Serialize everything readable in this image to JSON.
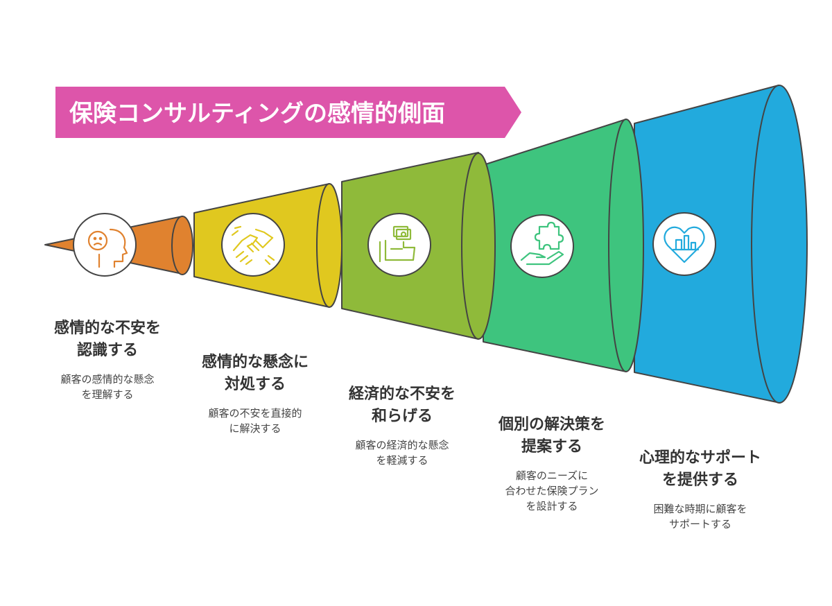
{
  "title": "保険コンサルティングの感情的側面",
  "colors": {
    "banner": "#dd55aa",
    "stages": [
      "#e0822f",
      "#e0c81f",
      "#8fba3a",
      "#3ec47e",
      "#22aadd"
    ],
    "outline": "#444444"
  },
  "stages": [
    {
      "title_lines": [
        "感情的な不安を",
        "認識する"
      ],
      "desc_lines": [
        "顧客の感情的な懸念",
        "を理解する"
      ],
      "icon": "worried-head-icon"
    },
    {
      "title_lines": [
        "感情的な懸念に",
        "対処する"
      ],
      "desc_lines": [
        "顧客の不安を直接的",
        "に解決する"
      ],
      "icon": "handshake-icon"
    },
    {
      "title_lines": [
        "経済的な不安を",
        "和らげる"
      ],
      "desc_lines": [
        "顧客の経済的な懸念",
        "を軽減する"
      ],
      "icon": "money-hand-icon"
    },
    {
      "title_lines": [
        "個別の解決策を",
        "提案する"
      ],
      "desc_lines": [
        "顧客のニーズに",
        "合わせた保険プラン",
        "を設計する"
      ],
      "icon": "puzzle-hand-icon"
    },
    {
      "title_lines": [
        "心理的なサポート",
        "を提供する"
      ],
      "desc_lines": [
        "困難な時期に顧客を",
        "サポートする"
      ],
      "icon": "heart-support-icon"
    }
  ]
}
